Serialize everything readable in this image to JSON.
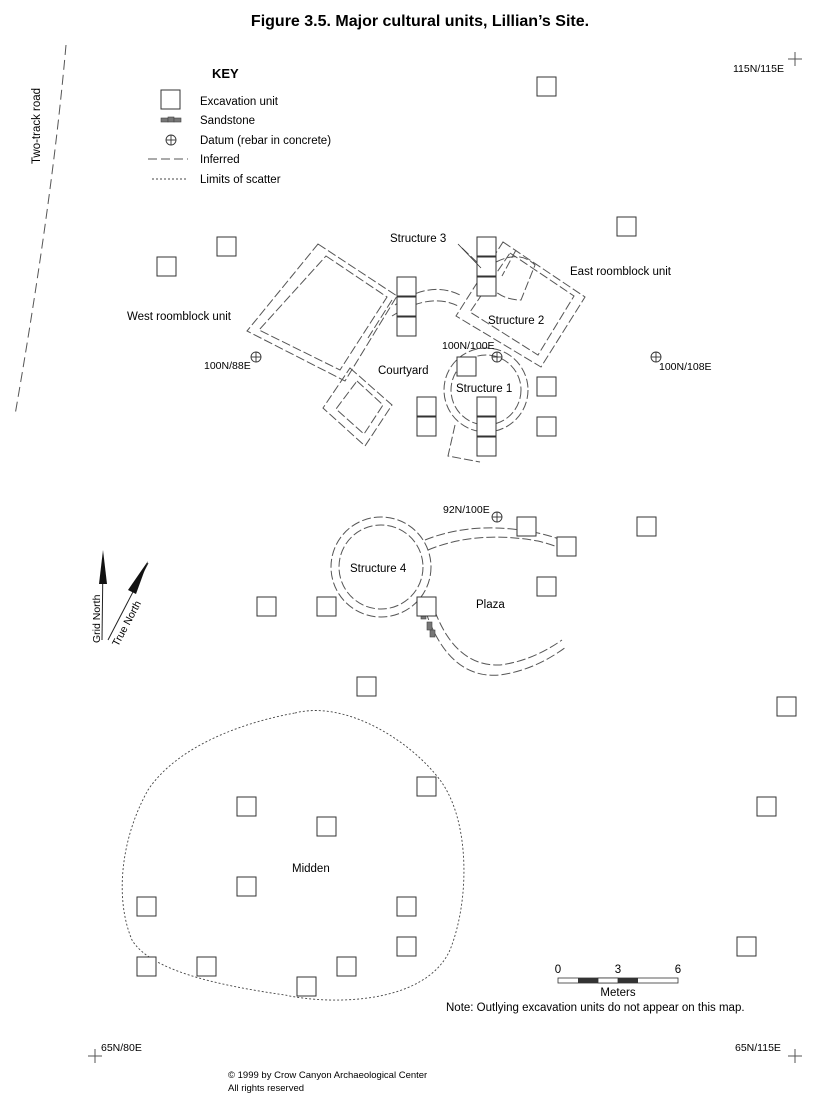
{
  "title": "Figure 3.5.  Major cultural units, Lillian’s Site.",
  "key": {
    "title": "KEY",
    "items": {
      "excavation_unit": "Excavation unit",
      "sandstone": "Sandstone",
      "datum": "Datum (rebar in concrete)",
      "inferred": "Inferred",
      "limits": "Limits of scatter"
    }
  },
  "road_label": "Two-track road",
  "features": {
    "structure_1": "Structure 1",
    "structure_2": "Structure 2",
    "structure_3": "Structure 3",
    "structure_4": "Structure 4",
    "east_roomblock": "East roomblock unit",
    "west_roomblock": "West roomblock unit",
    "courtyard": "Courtyard",
    "plaza": "Plaza",
    "midden": "Midden"
  },
  "datums": {
    "d_100n_88e": "100N/88E",
    "d_100n_100e": "100N/100E",
    "d_100n_108e": "100N/108E",
    "d_92n_100e": "92N/100E"
  },
  "corners": {
    "top_right": "115N/115E",
    "bottom_left": "65N/80E",
    "bottom_right": "65N/115E"
  },
  "north": {
    "grid": "Grid North",
    "true": "True North"
  },
  "scale": {
    "ticks": [
      "0",
      "3",
      "6"
    ],
    "unit": "Meters"
  },
  "note": "Note: Outlying excavation units do not appear on this map.",
  "copyright": {
    "line1": "© 1999 by Crow Canyon Archaeological Center",
    "line2": "All rights reserved"
  }
}
